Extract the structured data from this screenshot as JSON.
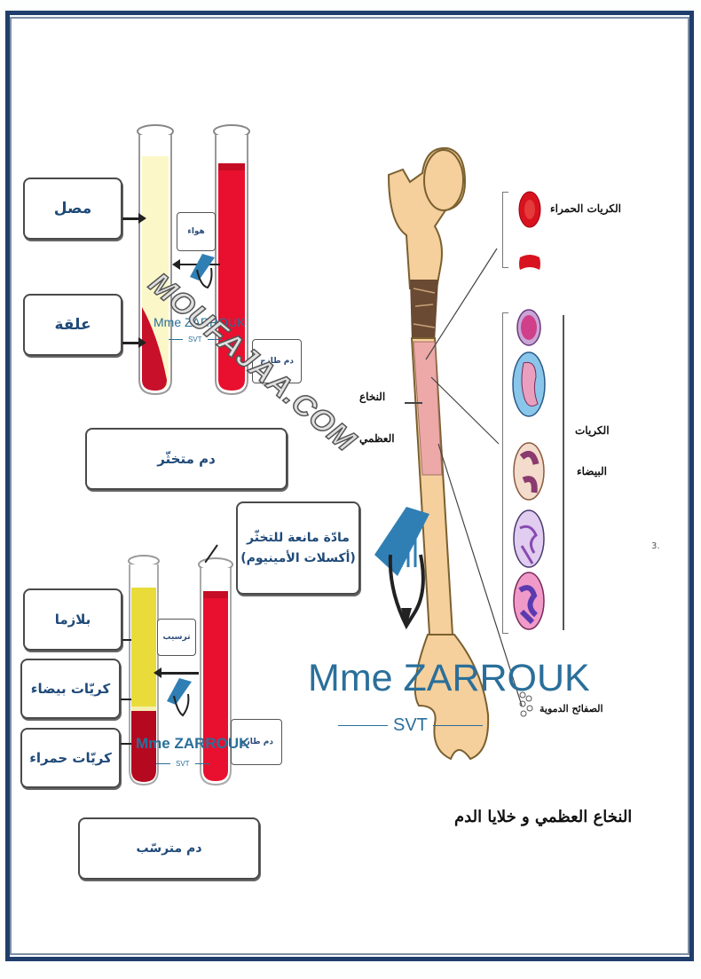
{
  "coagulated_section": {
    "labels": {
      "serum": "مصل",
      "clot": "علقة",
      "air": "هواء",
      "fresh_blood": "دم طازج",
      "title": "دم متخثّر"
    }
  },
  "sedimented_section": {
    "labels": {
      "anticoagulant_line1": "مادّة مانعة للتخثّر",
      "anticoagulant_line2": "(أكسلات الأمينيوم)",
      "plasma": "بلازما",
      "white_cells": "كريّات بيضاء",
      "red_cells": "كريّات حمراء",
      "sedimentation": "ترسيب",
      "fresh_blood": "دم طازج",
      "title": "دم مترسّب"
    }
  },
  "bone_marrow_section": {
    "red_cells_label": "الكريات الحمراء",
    "white_cells_label_line1": "الكريات",
    "white_cells_label_line2": "البيضاء",
    "marrow_label_line1": "النخاع",
    "marrow_label_line2": "العظمي",
    "platelets_label": "الصفائح الدموية",
    "caption": "النخاع العظمي و خلايا الدم",
    "stray_mark": "3."
  },
  "watermarks": {
    "site": "MOUFAJAA.COM",
    "brand_name": "Mme ZARROUK",
    "brand_sub": "SVT"
  },
  "colors": {
    "frame": "#1f3e6c",
    "serum": "#fbf7c8",
    "plasma": "#e9dc3a",
    "blood_fresh": "#e8102e",
    "blood_dark": "#b5091f",
    "bone": "#f5cf9c",
    "marrow": "#eda8a8",
    "brand": "#2a6f9a"
  }
}
